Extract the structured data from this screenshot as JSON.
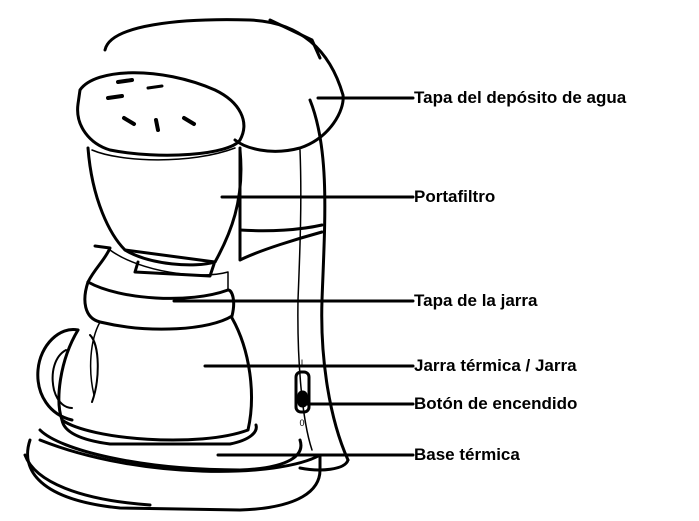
{
  "diagram": {
    "parts": [
      {
        "id": "tapa-deposito",
        "label": "Tapa del depósito de agua"
      },
      {
        "id": "portafiltro",
        "label": "Portafiltro"
      },
      {
        "id": "tapa-jarra",
        "label": "Tapa de la jarra"
      },
      {
        "id": "jarra",
        "label": "Jarra térmica / Jarra"
      },
      {
        "id": "boton",
        "label": "Botón de encendido"
      },
      {
        "id": "base",
        "label": "Base térmica"
      }
    ],
    "switch_marks": {
      "on": "I",
      "off": "0"
    }
  }
}
